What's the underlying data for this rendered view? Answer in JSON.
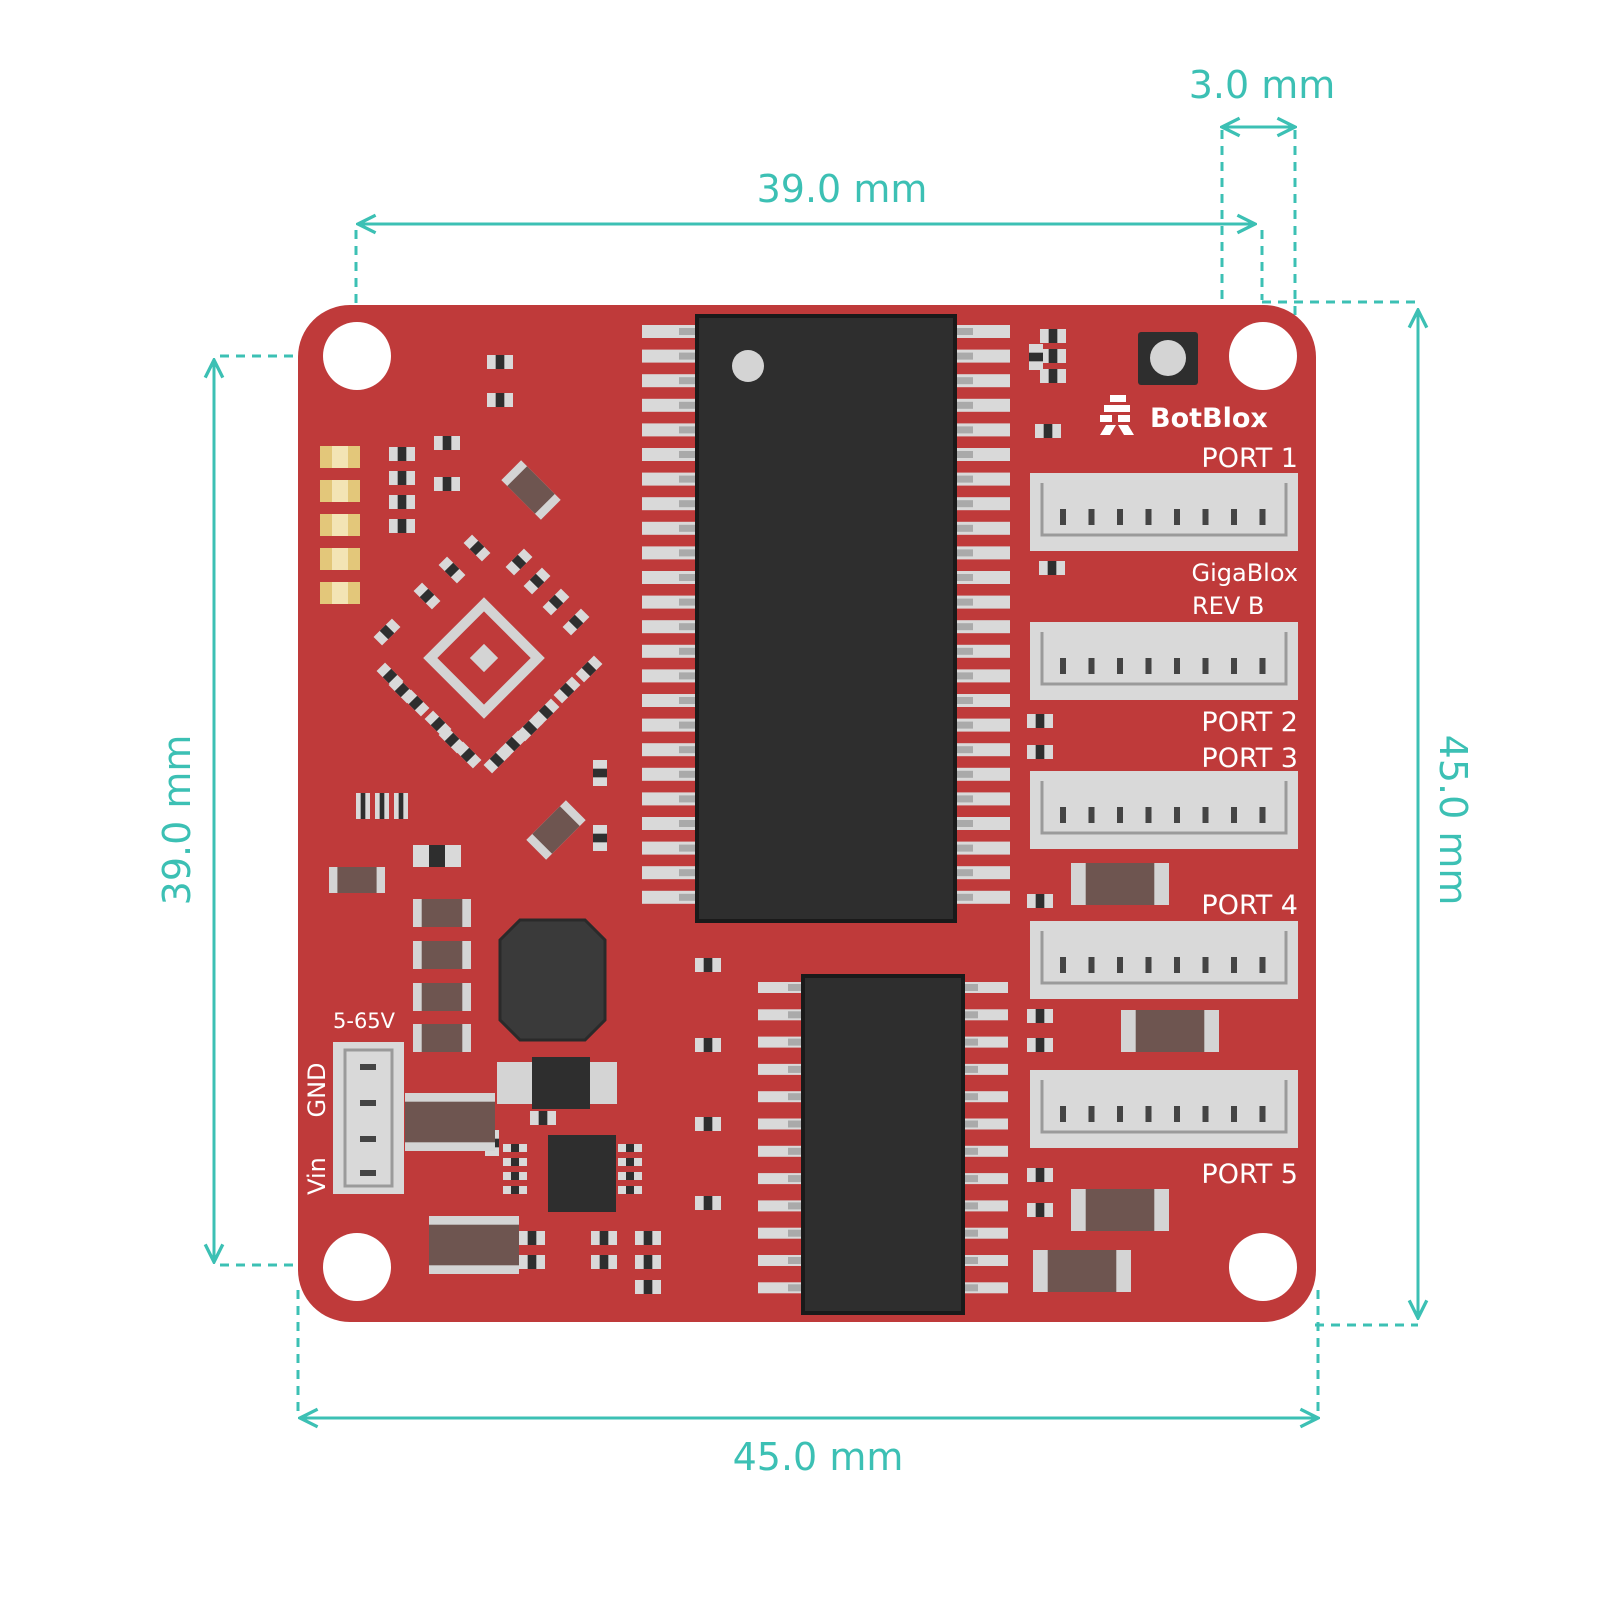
{
  "dimensions": {
    "top_width": "39.0 mm",
    "top_right_offset": "3.0 mm",
    "left_height": "39.0 mm",
    "right_height": "45.0 mm",
    "bottom_width": "45.0 mm"
  },
  "board": {
    "brand": "BotBlox",
    "model": "GigaBlox",
    "revision": "REV B",
    "ports": {
      "port1": "PORT  1",
      "port2": "PORT  2",
      "port3": "PORT  3",
      "port4": "PORT  4",
      "port5": "PORT  5"
    },
    "power": {
      "voltage": "5-65V",
      "gnd": "GND",
      "vin": "Vin"
    }
  },
  "colors": {
    "dimension": "#3cc0b4",
    "pcb": "#bf3a3a",
    "chip": "#2e2e2e",
    "silkscreen": "#ffffff",
    "pad": "#d9d9d9",
    "capacitor": "#6e5550",
    "gold_pad": "#e3c77a"
  }
}
